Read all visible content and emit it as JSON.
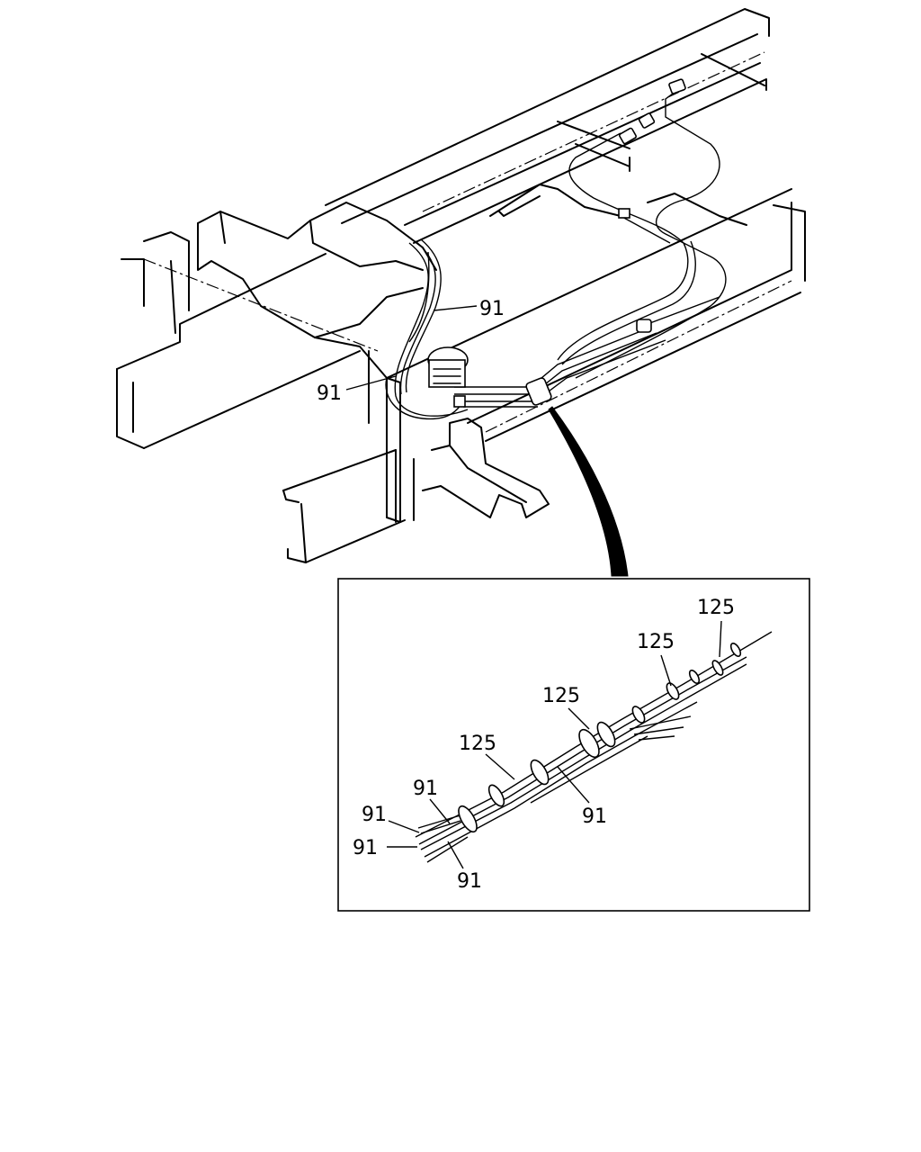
{
  "callouts": {
    "main_top_91": "91",
    "main_left_91": "91",
    "detail_125_a": "125",
    "detail_125_b": "125",
    "detail_125_c": "125",
    "detail_125_d": "125",
    "detail_91_a": "91",
    "detail_91_b": "91",
    "detail_91_c": "91",
    "detail_91_d": "91",
    "detail_91_e": "91"
  }
}
